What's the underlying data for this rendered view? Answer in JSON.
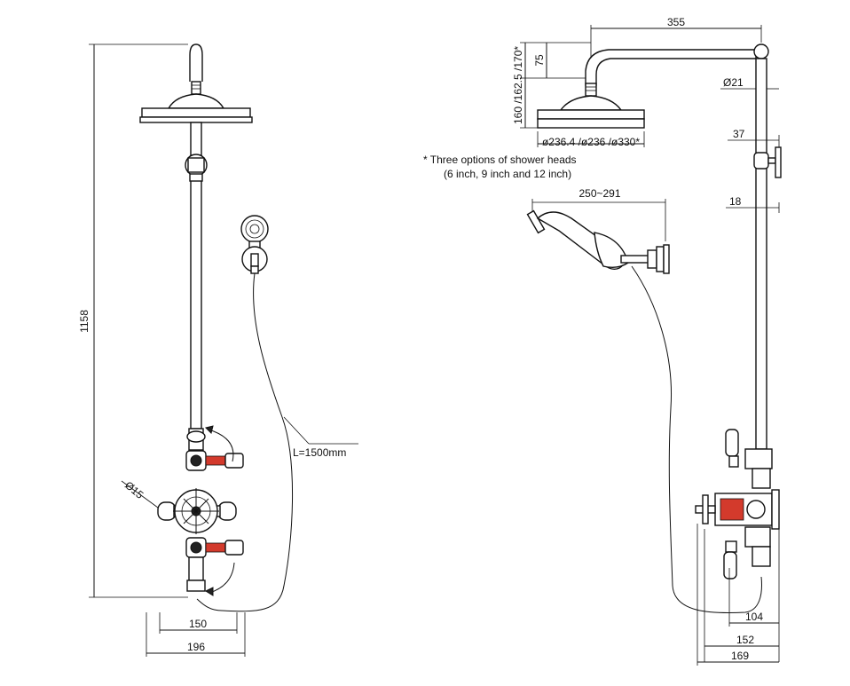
{
  "front_view": {
    "height_label": "1158",
    "angle_label": "Ø15",
    "hose_label": "L=1500mm",
    "inner_width_label": "150",
    "outer_width_label": "196"
  },
  "side_view": {
    "arm_length_label": "355",
    "head_drop_label": "75",
    "head_height_label": "160 /162.5 /170*",
    "head_diameter_label": "ø236.4 /ø236 /ø330*",
    "pipe_diameter_label": "Ø21",
    "bracket_label": "37",
    "bracket_offset_label": "18",
    "handset_length_label": "250~291",
    "depth_104": "104",
    "depth_152": "152",
    "depth_169": "169"
  },
  "notes": {
    "line1": "* Three options of shower heads",
    "line2": "(6 inch, 9 inch and 12 inch)"
  }
}
